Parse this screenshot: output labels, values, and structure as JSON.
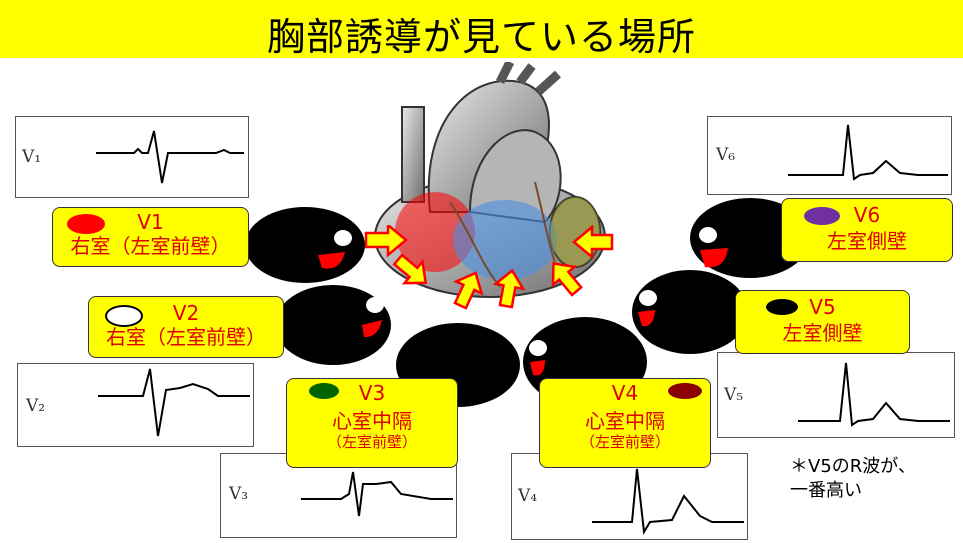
{
  "title": "胸部誘導が見ている場所",
  "leads": [
    {
      "id": "V1",
      "region": "右室（左室前壁）",
      "marker_color": "#ff0000",
      "ecg_label": "V₁"
    },
    {
      "id": "V2",
      "region": "右室（左室前壁）",
      "marker_color": "#ffffff",
      "ecg_label": "V₂"
    },
    {
      "id": "V3",
      "region": "心室中隔",
      "sub": "（左室前壁）",
      "marker_color": "#006400",
      "ecg_label": "V₃"
    },
    {
      "id": "V4",
      "region": "心室中隔",
      "sub": "（左室前壁）",
      "marker_color": "#8b0000",
      "ecg_label": "V₄"
    },
    {
      "id": "V5",
      "region": "左室側壁",
      "marker_color": "#000000",
      "ecg_label": "V₅"
    },
    {
      "id": "V6",
      "region": "左室側壁",
      "marker_color": "#7030a0",
      "ecg_label": "V₆"
    }
  ],
  "note": {
    "line1": "＊V5のR波が、",
    "line2": "一番高い"
  }
}
